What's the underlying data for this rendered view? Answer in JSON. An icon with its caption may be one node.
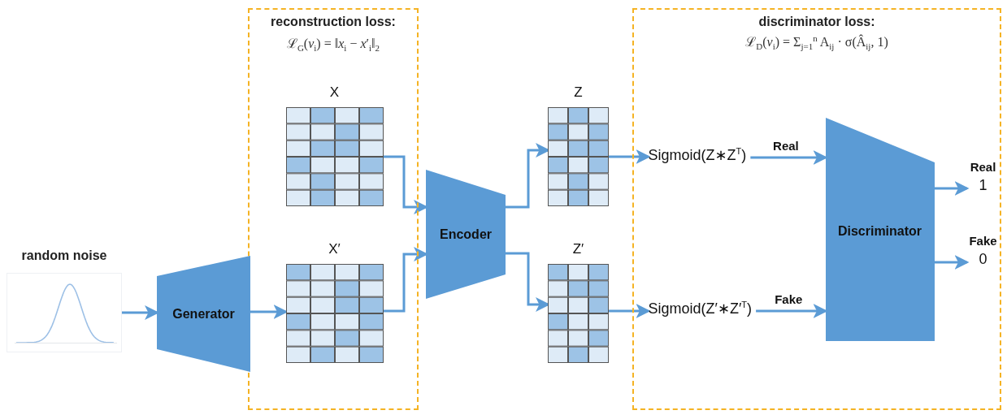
{
  "diagram": {
    "nodes": [
      {
        "text": [
          "reconstruction loss:",
          "ℒ$_{G}$(*v*$_{i}$) = ‖*x*$_{i}$ − *x*′$_{i}$‖$_{2}$"
        ]
      },
      {
        "text": [
          "discriminator loss:",
          "ℒ$_{D}$(*v*$_{i}$) = Σ$_{j=1}$$^{n}$ A$_{ij}$ · σ(Â$_{ij}$, 1)"
        ]
      },
      {
        "text": [
          "random noise"
        ]
      },
      {
        "text": [
          "Generator"
        ]
      },
      {
        "text": [
          "X"
        ],
        "in": 0
      },
      {
        "text": [
          "X′"
        ],
        "in": 0
      },
      {
        "text": [
          "Encoder"
        ]
      },
      {
        "text": [
          "Z"
        ]
      },
      {
        "text": [
          "Z′"
        ]
      },
      {
        "text": [
          "Sigmoid(Z∗Z$^{T}$)"
        ],
        "in": 1
      },
      {
        "text": [
          "Sigmoid(Z′∗Z′$^{T}$)"
        ],
        "in": 1
      },
      {
        "text": [
          "Discriminator"
        ],
        "in": 1
      },
      {
        "text": [
          "Real",
          "1"
        ],
        "in": 1
      },
      {
        "text": [
          "Fake",
          "0"
        ],
        "in": 1
      }
    ],
    "edges": [
      {
        "from": 2,
        "to": 3,
        "arrow": "to"
      },
      {
        "from": 3,
        "to": 5,
        "arrow": "to"
      },
      {
        "from": 4,
        "to": 6,
        "arrow": "to"
      },
      {
        "from": 5,
        "to": 6,
        "arrow": "to"
      },
      {
        "from": 6,
        "to": 7,
        "arrow": "to"
      },
      {
        "from": 6,
        "to": 8,
        "arrow": "to"
      },
      {
        "from": 7,
        "to": 9,
        "arrow": "to"
      },
      {
        "from": 8,
        "to": 10,
        "arrow": "to"
      },
      {
        "from": 9,
        "to": 11,
        "arrow": "to",
        "label": "Real"
      },
      {
        "from": 10,
        "to": 11,
        "arrow": "to",
        "label": "Fake"
      },
      {
        "from": 11,
        "to": 12,
        "arrow": "to"
      },
      {
        "from": 11,
        "to": 13,
        "arrow": "to"
      }
    ]
  }
}
